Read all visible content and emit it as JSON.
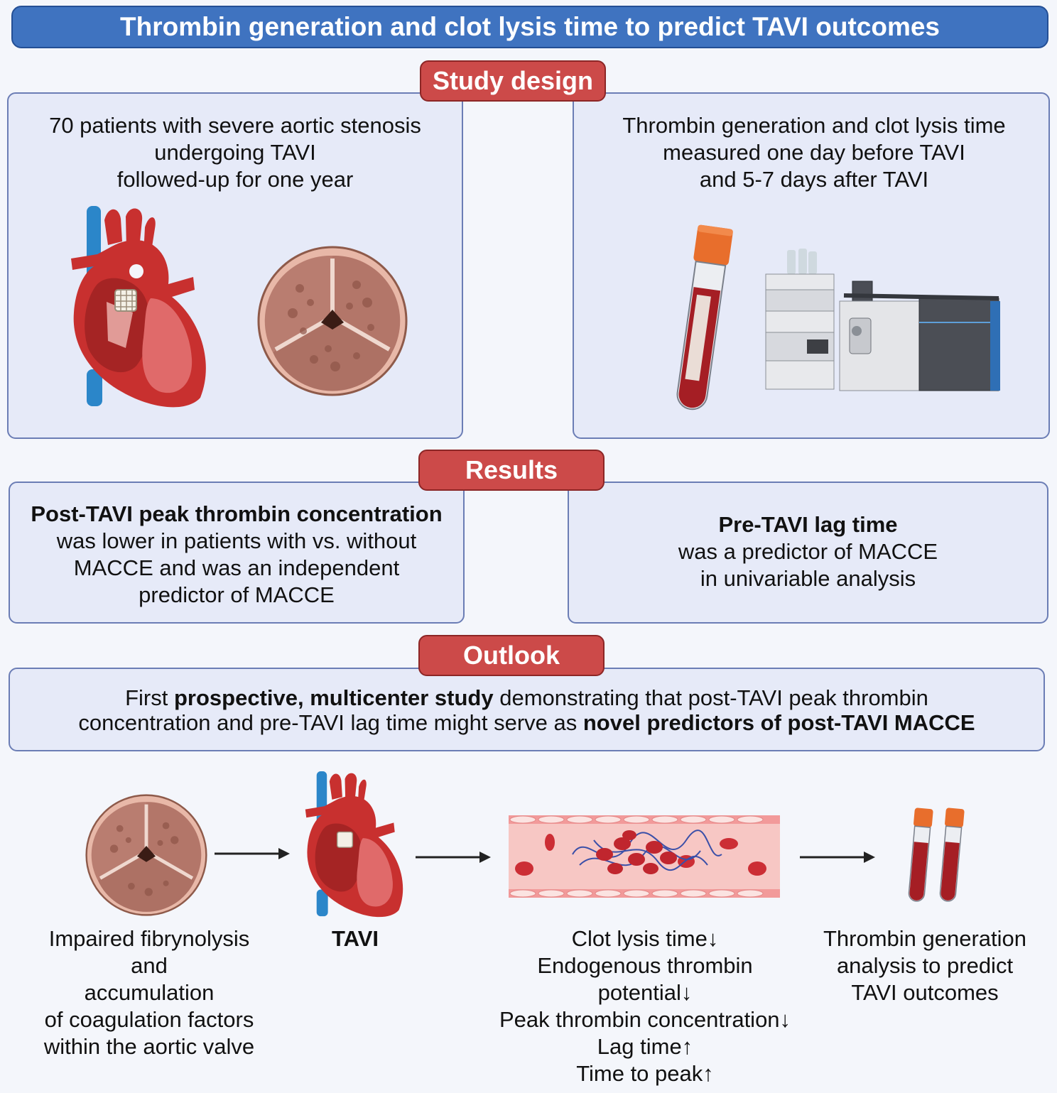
{
  "title": "Thrombin generation and clot lysis time to predict TAVI outcomes",
  "sections": {
    "study_design": "Study design",
    "results": "Results",
    "outlook": "Outlook"
  },
  "study": {
    "left_line1": "70 patients with severe aortic stenosis",
    "left_line2": "undergoing TAVI",
    "left_line3": "followed-up for one year",
    "right_line1": "Thrombin generation and clot lysis time",
    "right_line2": "measured one day before TAVI",
    "right_line3": "and 5-7 days after TAVI"
  },
  "results": {
    "left_bold": "Post-TAVI peak thrombin concentration",
    "left_line2": "was lower in patients with vs. without",
    "left_line3": "MACCE and was an independent",
    "left_line4": "predictor of MACCE",
    "right_bold": "Pre-TAVI lag time",
    "right_line2": "was a predictor of MACCE",
    "right_line3": "in univariable analysis"
  },
  "outlook": {
    "l1_a": "First ",
    "l1_b": "prospective, multicenter study",
    "l1_c": " demonstrating that post-TAVI peak thrombin",
    "l2_a": "concentration and pre-TAVI lag time might serve as ",
    "l2_b": "novel predictors of post-TAVI MACCE"
  },
  "flow": {
    "step1": [
      "Impaired fibrynolysis",
      "and",
      "accumulation",
      "of coagulation factors",
      "within the aortic valve"
    ],
    "step2": "TAVI",
    "step3": [
      "Clot lysis time↓",
      "Endogenous thrombin",
      "potential↓",
      "Peak thrombin concentration↓",
      "Lag time↑",
      "Time to peak↑"
    ],
    "step4": [
      "Thrombin generation",
      "analysis to predict",
      "TAVI outcomes"
    ]
  },
  "icons": [
    "heart-icon",
    "aortic-valve-icon",
    "blood-tube-icon",
    "analyzer-machine-icon",
    "blood-vessel-clot-icon",
    "arrow-icon"
  ],
  "colors": {
    "title_blue": "#3f73c0",
    "tag_red": "#cc4a49",
    "panel_fill": "#e6eaf8",
    "panel_border": "#6b7db5"
  }
}
